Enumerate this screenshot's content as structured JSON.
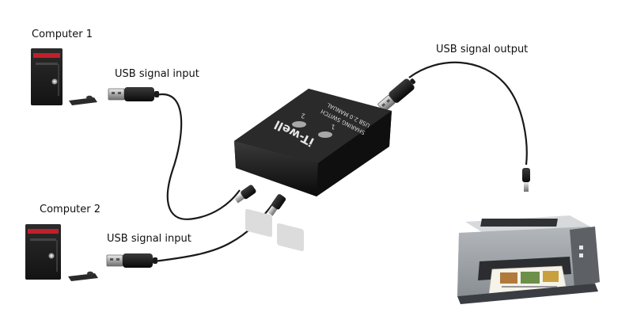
{
  "labels": {
    "computer_1": "Computer 1",
    "computer_2": "Computer 2",
    "input_1": "USB signal input",
    "input_2": "USB signal input",
    "output": "USB signal output"
  },
  "device": {
    "brand": "iT-well",
    "line1": "USB 2.0 MANUAL",
    "line2": "SHARING SWITCH",
    "led1": "1",
    "led2": "2"
  },
  "colors": {
    "cable": "#1a1a1a",
    "device_body": "#161616",
    "pc_body": "#1c1c1c",
    "pc_accent": "#c0202a",
    "plug_metal": "#b9b9b9",
    "printer_body": "#9a9fa4",
    "printer_dark": "#2b2d30"
  },
  "icons": {
    "computer": "desktop-tower-icon",
    "printer": "printer-icon",
    "switch": "usb-sharing-switch-icon",
    "plug": "usb-a-plug-icon"
  }
}
